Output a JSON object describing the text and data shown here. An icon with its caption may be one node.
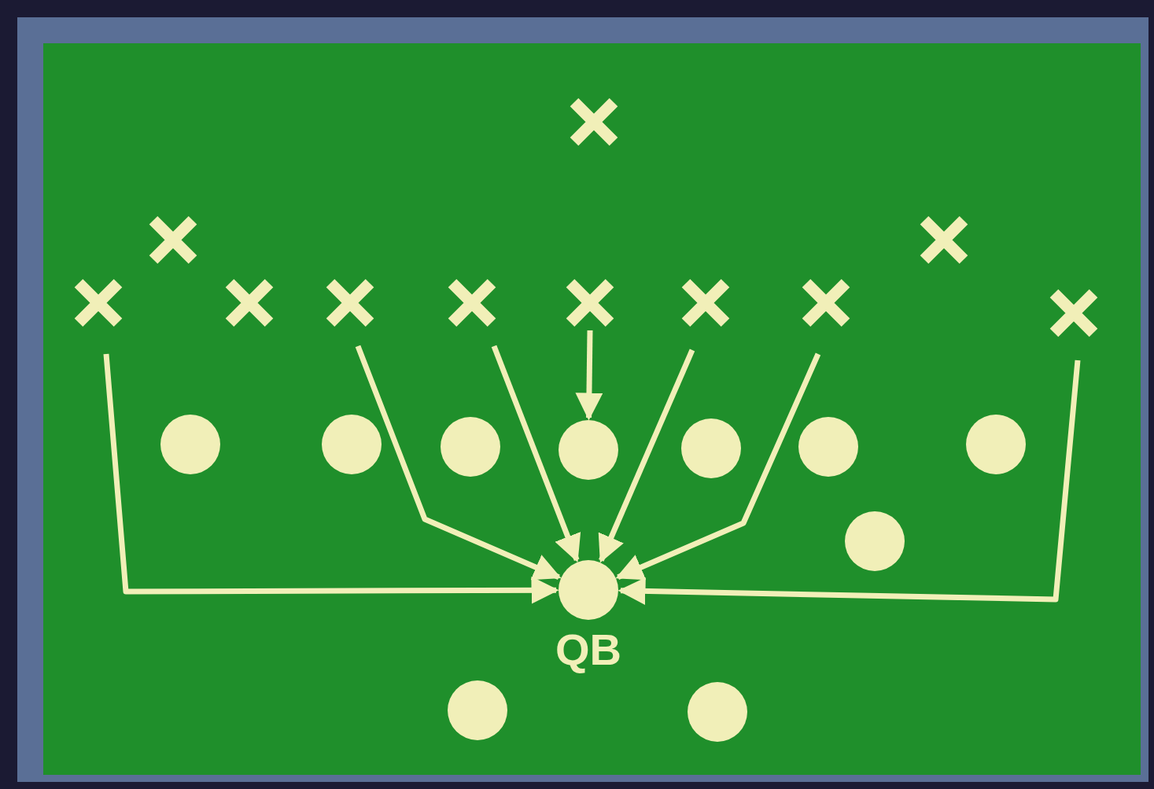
{
  "diagram": {
    "nodes": [
      {
        "text": [],
        "shape": "cross"
      },
      {
        "text": [],
        "shape": "cross"
      },
      {
        "text": [],
        "shape": "cross"
      },
      {
        "text": [],
        "shape": "cross"
      },
      {
        "text": [],
        "shape": "cross"
      },
      {
        "text": [],
        "shape": "cross"
      },
      {
        "text": [],
        "shape": "cross"
      },
      {
        "text": [],
        "shape": "cross"
      },
      {
        "text": [],
        "shape": "cross"
      },
      {
        "text": [],
        "shape": "cross"
      },
      {
        "text": [],
        "shape": "cross"
      },
      {
        "text": [],
        "shape": "circle"
      },
      {
        "text": [],
        "shape": "circle"
      },
      {
        "text": [],
        "shape": "circle"
      },
      {
        "text": [],
        "shape": "circle"
      },
      {
        "text": [],
        "shape": "circle"
      },
      {
        "text": [],
        "shape": "circle"
      },
      {
        "text": [],
        "shape": "circle"
      },
      {
        "text": [],
        "shape": "circle"
      },
      {
        "text": [
          "QB"
        ]
      },
      {
        "text": [],
        "shape": "circle"
      },
      {
        "text": [],
        "shape": "circle"
      }
    ],
    "edges": [
      {
        "from": 3,
        "to": 19,
        "arrow": "to"
      },
      {
        "from": 5,
        "to": 19,
        "arrow": "to"
      },
      {
        "from": 6,
        "to": 19,
        "arrow": "to"
      },
      {
        "from": 7,
        "to": 14,
        "arrow": "to"
      },
      {
        "from": 8,
        "to": 19,
        "arrow": "to"
      },
      {
        "from": 9,
        "to": 19,
        "arrow": "to"
      },
      {
        "from": 10,
        "to": 19,
        "arrow": "to"
      }
    ]
  }
}
